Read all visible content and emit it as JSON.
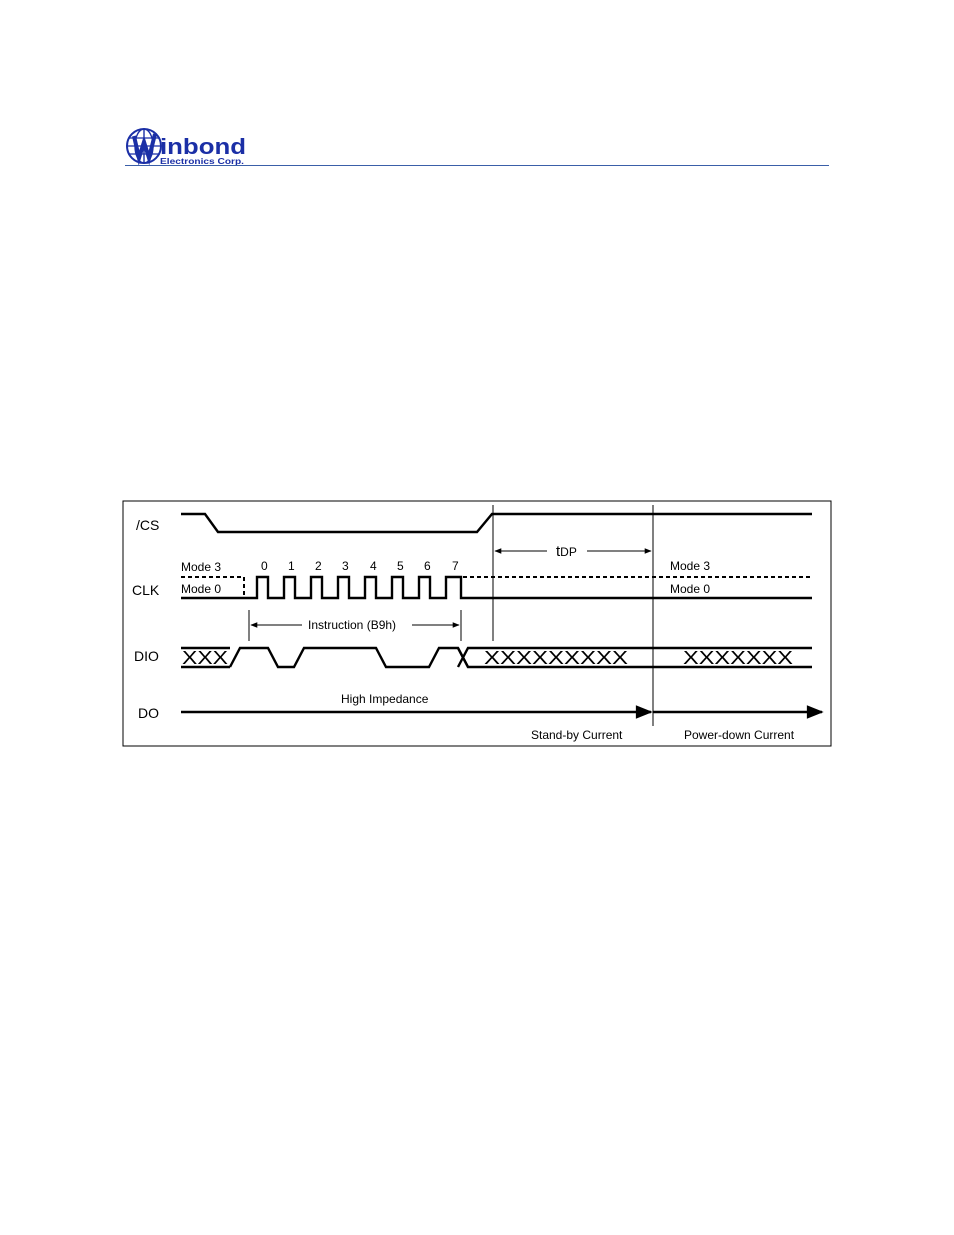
{
  "header": {
    "logo_name": "inbond",
    "logo_subtitle": "Electronics Corp."
  },
  "colors": {
    "brand": "#1b2fa6",
    "rule": "#3a5fa8",
    "line": "#000000"
  },
  "diagram": {
    "signals": [
      "/CS",
      "CLK",
      "DIO",
      "DO"
    ],
    "clock_numbers": [
      "0",
      "1",
      "2",
      "3",
      "4",
      "5",
      "6",
      "7"
    ],
    "mode3_left": "Mode 3",
    "mode0_left": "Mode 0",
    "mode3_right": "Mode 3",
    "mode0_right": "Mode 0",
    "instruction_label": "Instruction (B9h)",
    "tdp_main": "t",
    "tdp_sub": "DP",
    "high_impedance": "High Impedance",
    "standby_current": "Stand-by Current",
    "powerdown_current": "Power-down Current",
    "dio_x_left": "XXX",
    "dio_x_mid": "XXXXXXXXX",
    "dio_x_right": "XXXXXXX"
  }
}
